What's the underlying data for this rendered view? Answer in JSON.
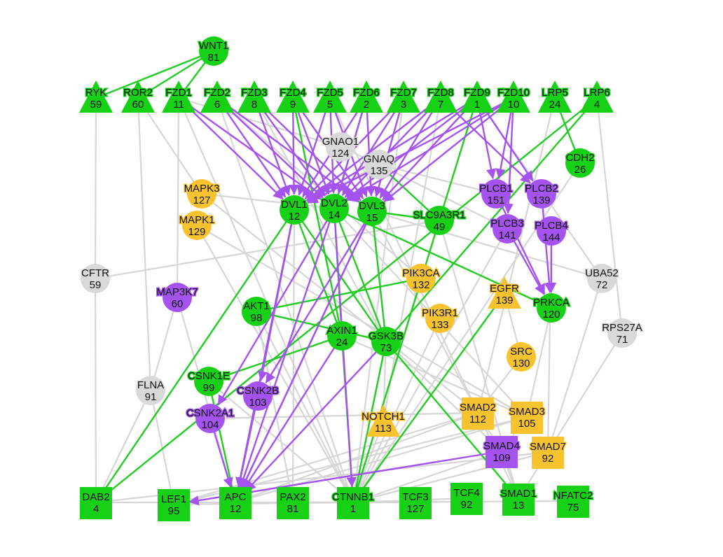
{
  "colors": {
    "green": "#17d117",
    "purple": "#a553ef",
    "yellow": "#f8c32e",
    "grey": "#d9d9d9",
    "edge_grey": "#d6d6d6",
    "edge_green": "#22cc22",
    "edge_purple": "#a553ef"
  },
  "nodes": {
    "WNT1": {
      "name": "WNT1",
      "value": "81",
      "color": "green",
      "shape": "circle"
    },
    "RYK": {
      "name": "RYK",
      "value": "59",
      "color": "green",
      "shape": "triangle"
    },
    "ROR2": {
      "name": "ROR2",
      "value": "60",
      "color": "green",
      "shape": "triangle"
    },
    "FZD1": {
      "name": "FZD1",
      "value": "11",
      "color": "green",
      "shape": "triangle"
    },
    "FZD2": {
      "name": "FZD2",
      "value": "6",
      "color": "green",
      "shape": "triangle"
    },
    "FZD3": {
      "name": "FZD3",
      "value": "8",
      "color": "green",
      "shape": "triangle"
    },
    "FZD4": {
      "name": "FZD4",
      "value": "9",
      "color": "green",
      "shape": "triangle"
    },
    "FZD5": {
      "name": "FZD5",
      "value": "5",
      "color": "green",
      "shape": "triangle"
    },
    "FZD6": {
      "name": "FZD6",
      "value": "2",
      "color": "green",
      "shape": "triangle"
    },
    "FZD7": {
      "name": "FZD7",
      "value": "3",
      "color": "green",
      "shape": "triangle"
    },
    "FZD8": {
      "name": "FZD8",
      "value": "7",
      "color": "green",
      "shape": "triangle"
    },
    "FZD9": {
      "name": "FZD9",
      "value": "1",
      "color": "green",
      "shape": "triangle"
    },
    "FZD10": {
      "name": "FZD10",
      "value": "10",
      "color": "green",
      "shape": "triangle"
    },
    "LRP5": {
      "name": "LRP5",
      "value": "24",
      "color": "green",
      "shape": "triangle"
    },
    "LRP6": {
      "name": "LRP6",
      "value": "4",
      "color": "green",
      "shape": "triangle"
    },
    "GNAO1": {
      "name": "GNAO1",
      "value": "124",
      "color": "grey",
      "shape": "circle"
    },
    "GNAQ": {
      "name": "GNAQ",
      "value": "135",
      "color": "grey",
      "shape": "circle"
    },
    "CDH2": {
      "name": "CDH2",
      "value": "26",
      "color": "green",
      "shape": "circle"
    },
    "MAPK3": {
      "name": "MAPK3",
      "value": "127",
      "color": "yellow",
      "shape": "circle"
    },
    "MAPK1": {
      "name": "MAPK1",
      "value": "129",
      "color": "yellow",
      "shape": "circle"
    },
    "DVL1": {
      "name": "DVL1",
      "value": "12",
      "color": "green",
      "shape": "circle"
    },
    "DVL2": {
      "name": "DVL2",
      "value": "14",
      "color": "green",
      "shape": "circle"
    },
    "DVL3": {
      "name": "DVL3",
      "value": "15",
      "color": "green",
      "shape": "circle"
    },
    "SLC9A3R1": {
      "name": "SLC9A3R1",
      "value": "49",
      "color": "green",
      "shape": "circle"
    },
    "PLCB1": {
      "name": "PLCB1",
      "value": "151",
      "color": "purple",
      "shape": "circle"
    },
    "PLCB2": {
      "name": "PLCB2",
      "value": "139",
      "color": "purple",
      "shape": "circle"
    },
    "PLCB3": {
      "name": "PLCB3",
      "value": "141",
      "color": "purple",
      "shape": "circle"
    },
    "PLCB4": {
      "name": "PLCB4",
      "value": "144",
      "color": "purple",
      "shape": "circle"
    },
    "CFTR": {
      "name": "CFTR",
      "value": "59",
      "color": "grey",
      "shape": "circle"
    },
    "MAP3K7": {
      "name": "MAP3K7",
      "value": "60",
      "color": "purple",
      "shape": "circle"
    },
    "PIK3CA": {
      "name": "PIK3CA",
      "value": "132",
      "color": "yellow",
      "shape": "circle"
    },
    "EGFR": {
      "name": "EGFR",
      "value": "139",
      "color": "yellow",
      "shape": "triangle"
    },
    "PRKCA": {
      "name": "PRKCA",
      "value": "120",
      "color": "green",
      "shape": "circle"
    },
    "UBA52": {
      "name": "UBA52",
      "value": "72",
      "color": "grey",
      "shape": "circle"
    },
    "AKT1": {
      "name": "AKT1",
      "value": "98",
      "color": "green",
      "shape": "circle"
    },
    "PIK3R1": {
      "name": "PIK3R1",
      "value": "133",
      "color": "yellow",
      "shape": "circle"
    },
    "RPS27A": {
      "name": "RPS27A",
      "value": "71",
      "color": "grey",
      "shape": "circle"
    },
    "AXIN1": {
      "name": "AXIN1",
      "value": "24",
      "color": "green",
      "shape": "circle"
    },
    "GSK3B": {
      "name": "GSK3B",
      "value": "73",
      "color": "green",
      "shape": "circle"
    },
    "SRC": {
      "name": "SRC",
      "value": "130",
      "color": "yellow",
      "shape": "circle"
    },
    "CSNK1E": {
      "name": "CSNK1E",
      "value": "99",
      "color": "green",
      "shape": "circle"
    },
    "FLNA": {
      "name": "FLNA",
      "value": "91",
      "color": "grey",
      "shape": "circle"
    },
    "CSNK2B": {
      "name": "CSNK2B",
      "value": "103",
      "color": "purple",
      "shape": "circle"
    },
    "CSNK2A1": {
      "name": "CSNK2A1",
      "value": "104",
      "color": "purple",
      "shape": "circle"
    },
    "NOTCH1": {
      "name": "NOTCH1",
      "value": "113",
      "color": "yellow",
      "shape": "triangle"
    },
    "SMAD2": {
      "name": "SMAD2",
      "value": "112",
      "color": "yellow",
      "shape": "square"
    },
    "SMAD3": {
      "name": "SMAD3",
      "value": "105",
      "color": "yellow",
      "shape": "square"
    },
    "SMAD4": {
      "name": "SMAD4",
      "value": "109",
      "color": "purple",
      "shape": "square"
    },
    "SMAD7": {
      "name": "SMAD7",
      "value": "92",
      "color": "yellow",
      "shape": "square"
    },
    "DAB2": {
      "name": "DAB2",
      "value": "4",
      "color": "green",
      "shape": "square"
    },
    "LEF1": {
      "name": "LEF1",
      "value": "95",
      "color": "green",
      "shape": "square"
    },
    "APC": {
      "name": "APC",
      "value": "12",
      "color": "green",
      "shape": "square"
    },
    "PAX2": {
      "name": "PAX2",
      "value": "81",
      "color": "green",
      "shape": "square"
    },
    "CTNNB1": {
      "name": "CTNNB1",
      "value": "1",
      "color": "green",
      "shape": "square"
    },
    "TCF3": {
      "name": "TCF3",
      "value": "127",
      "color": "green",
      "shape": "square"
    },
    "TCF4": {
      "name": "TCF4",
      "value": "92",
      "color": "green",
      "shape": "square"
    },
    "SMAD1": {
      "name": "SMAD1",
      "value": "13",
      "color": "green",
      "shape": "square"
    },
    "NFATC2": {
      "name": "NFATC2",
      "value": "75",
      "color": "green",
      "shape": "square"
    }
  },
  "edges": {
    "purple": [
      [
        "FZD1",
        "DVL1"
      ],
      [
        "FZD1",
        "DVL2"
      ],
      [
        "FZD2",
        "DVL1"
      ],
      [
        "FZD2",
        "DVL2"
      ],
      [
        "FZD2",
        "DVL3"
      ],
      [
        "FZD3",
        "DVL1"
      ],
      [
        "FZD3",
        "DVL2"
      ],
      [
        "FZD3",
        "DVL3"
      ],
      [
        "FZD4",
        "DVL1"
      ],
      [
        "FZD4",
        "DVL2"
      ],
      [
        "FZD4",
        "DVL3"
      ],
      [
        "FZD5",
        "DVL1"
      ],
      [
        "FZD5",
        "DVL2"
      ],
      [
        "FZD5",
        "DVL3"
      ],
      [
        "FZD6",
        "DVL1"
      ],
      [
        "FZD6",
        "DVL2"
      ],
      [
        "FZD6",
        "DVL3"
      ],
      [
        "FZD7",
        "DVL1"
      ],
      [
        "FZD7",
        "DVL2"
      ],
      [
        "FZD7",
        "DVL3"
      ],
      [
        "FZD8",
        "DVL1"
      ],
      [
        "FZD8",
        "DVL2"
      ],
      [
        "FZD8",
        "DVL3"
      ],
      [
        "FZD9",
        "DVL1"
      ],
      [
        "FZD9",
        "DVL2"
      ],
      [
        "FZD9",
        "DVL3"
      ],
      [
        "FZD10",
        "DVL1"
      ],
      [
        "FZD10",
        "DVL2"
      ],
      [
        "FZD10",
        "DVL3"
      ],
      [
        "FZD9",
        "PLCB1"
      ],
      [
        "FZD9",
        "PLCB2"
      ],
      [
        "FZD10",
        "PLCB1"
      ],
      [
        "FZD10",
        "PLCB3"
      ],
      [
        "FZD8",
        "PLCB2"
      ],
      [
        "PLCB1",
        "PRKCA"
      ],
      [
        "PLCB2",
        "PRKCA"
      ],
      [
        "PLCB3",
        "PRKCA"
      ],
      [
        "PLCB4",
        "PRKCA"
      ],
      [
        "DVL1",
        "APC"
      ],
      [
        "DVL2",
        "APC"
      ],
      [
        "DVL3",
        "APC"
      ],
      [
        "DVL1",
        "CSNK2B"
      ],
      [
        "DVL2",
        "CSNK2A1"
      ],
      [
        "DVL3",
        "CSNK2B"
      ],
      [
        "GSK3B",
        "APC"
      ],
      [
        "AXIN1",
        "APC"
      ],
      [
        "CSNK2B",
        "APC"
      ],
      [
        "CSNK2A1",
        "APC"
      ],
      [
        "DVL2",
        "CTNNB1"
      ],
      [
        "SMAD4",
        "LEF1"
      ],
      [
        "DVL3",
        "APC"
      ]
    ],
    "green": [
      [
        "WNT1",
        "RYK"
      ],
      [
        "WNT1",
        "ROR2"
      ],
      [
        "WNT1",
        "FZD1"
      ],
      [
        "FZD4",
        "AXIN1"
      ],
      [
        "FZD6",
        "DVL2"
      ],
      [
        "LRP5",
        "CDH2"
      ],
      [
        "LRP6",
        "DAB2"
      ],
      [
        "LRP6",
        "GSK3B"
      ],
      [
        "DVL1",
        "AXIN1"
      ],
      [
        "DVL1",
        "GSK3B"
      ],
      [
        "DVL2",
        "GSK3B"
      ],
      [
        "DVL2",
        "AXIN1"
      ],
      [
        "DVL3",
        "SLC9A3R1"
      ],
      [
        "DVL3",
        "GSK3B"
      ],
      [
        "DVL1",
        "APC"
      ],
      [
        "AKT1",
        "GSK3B"
      ],
      [
        "GSK3B",
        "SMAD1"
      ],
      [
        "AXIN1",
        "CTNNB1"
      ],
      [
        "CSNK1E",
        "APC"
      ],
      [
        "DVL1",
        "DAB2"
      ],
      [
        "SLC9A3R1",
        "CTNNB1"
      ],
      [
        "EGFR",
        "CTNNB1"
      ],
      [
        "FZD9",
        "SLC9A3R1"
      ],
      [
        "DVL2",
        "PRKCA"
      ],
      [
        "GSK3B",
        "CTNNB1"
      ],
      [
        "PIK3CA",
        "AKT1"
      ],
      [
        "CSNK1E",
        "AXIN1"
      ],
      [
        "GNAQ",
        "SLC9A3R1"
      ]
    ],
    "grey": [
      [
        "RYK",
        "CFTR"
      ],
      [
        "CFTR",
        "DAB2"
      ],
      [
        "ROR2",
        "FLNA"
      ],
      [
        "FLNA",
        "DAB2"
      ],
      [
        "FLNA",
        "LEF1"
      ],
      [
        "FZD1",
        "MAP3K7"
      ],
      [
        "MAP3K7",
        "FLNA"
      ],
      [
        "FZD1",
        "CTNNB1"
      ],
      [
        "FZD2",
        "CTNNB1"
      ],
      [
        "FZD1",
        "GNAO1"
      ],
      [
        "GNAO1",
        "GNAQ"
      ],
      [
        "GNAQ",
        "PLCB1"
      ],
      [
        "GNAQ",
        "PLCB3"
      ],
      [
        "UBA52",
        "SMAD7"
      ],
      [
        "UBA52",
        "FZD9"
      ],
      [
        "RPS27A",
        "SMAD1"
      ],
      [
        "RPS27A",
        "LRP6"
      ],
      [
        "CDH2",
        "CTNNB1"
      ],
      [
        "MAPK3",
        "SMAD2"
      ],
      [
        "MAPK1",
        "SMAD3"
      ],
      [
        "MAPK1",
        "CTNNB1"
      ],
      [
        "MAPK3",
        "DVL2"
      ],
      [
        "PIK3R1",
        "CTNNB1"
      ],
      [
        "PIK3CA",
        "CTNNB1"
      ],
      [
        "EGFR",
        "SRC"
      ],
      [
        "SRC",
        "SMAD2"
      ],
      [
        "NOTCH1",
        "CTNNB1"
      ],
      [
        "SMAD2",
        "SMAD4"
      ],
      [
        "SMAD3",
        "SMAD4"
      ],
      [
        "SMAD2",
        "LEF1"
      ],
      [
        "SMAD3",
        "LEF1"
      ],
      [
        "SMAD4",
        "CTNNB1"
      ],
      [
        "SMAD7",
        "DAB2"
      ],
      [
        "SMAD3",
        "APC"
      ],
      [
        "SMAD2",
        "APC"
      ],
      [
        "SMAD4",
        "SMAD1"
      ],
      [
        "SMAD7",
        "CTNNB1"
      ],
      [
        "DVL1",
        "PAX2"
      ],
      [
        "DVL2",
        "SMAD3"
      ],
      [
        "DVL3",
        "SMAD2"
      ],
      [
        "AXIN1",
        "SMAD3"
      ],
      [
        "GSK3B",
        "SMAD4"
      ],
      [
        "GSK3B",
        "NOTCH1"
      ],
      [
        "CTNNB1",
        "TCF4"
      ],
      [
        "CTNNB1",
        "NFATC2"
      ],
      [
        "CTNNB1",
        "TCF3"
      ],
      [
        "LEF1",
        "CTNNB1"
      ],
      [
        "DAB2",
        "CTNNB1"
      ],
      [
        "APC",
        "CTNNB1"
      ],
      [
        "PAX2",
        "CTNNB1"
      ],
      [
        "AKT1",
        "CTNNB1"
      ],
      [
        "AKT1",
        "PAX2"
      ],
      [
        "CSNK1E",
        "CTNNB1"
      ],
      [
        "CSNK2A1",
        "SMAD2"
      ],
      [
        "FZD3",
        "GSK3B"
      ],
      [
        "FZD5",
        "SMAD1"
      ],
      [
        "FZD7",
        "CTNNB1"
      ],
      [
        "LRP5",
        "SMAD2"
      ],
      [
        "PLCB4",
        "SMAD7"
      ],
      [
        "PRKCA",
        "SMAD3"
      ],
      [
        "SLC9A3R1",
        "SMAD1"
      ],
      [
        "FZD8",
        "NOTCH1"
      ],
      [
        "ROR2",
        "MAPK3"
      ],
      [
        "FZD2",
        "PIK3CA"
      ],
      [
        "GNAQ",
        "DVL1"
      ],
      [
        "UBA52",
        "DVL3"
      ],
      [
        "PLCB3",
        "CTNNB1"
      ],
      [
        "MAP3K7",
        "APC"
      ],
      [
        "CFTR",
        "SLC9A3R1"
      ]
    ]
  }
}
